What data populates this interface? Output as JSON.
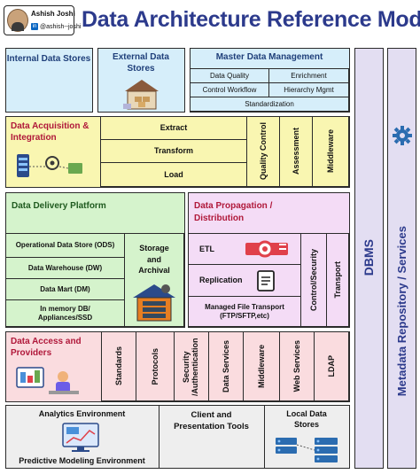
{
  "header": {
    "author_name": "Ashish Joshi",
    "author_handle": "@ashish--joshi",
    "title": "Data Architecture Reference Model"
  },
  "stores_row": {
    "internal": "Internal Data Stores",
    "external": "External Data Stores",
    "mdm": {
      "title": "Master Data Management",
      "quality": "Data Quality",
      "enrichment": "Enrichment",
      "workflow": "Control Workflow",
      "hierarchy": "Hierarchy Mgmt",
      "standardization": "Standardization"
    }
  },
  "acquisition": {
    "title": "Data Acquisition & Integration",
    "extract": "Extract",
    "transform": "Transform",
    "load": "Load",
    "quality_control": "Quality Control",
    "assessment": "Assessment",
    "middleware": "Middleware"
  },
  "delivery": {
    "title": "Data Delivery Platform",
    "ods": "Operational Data Store (ODS)",
    "dw": "Data Warehouse (DW)",
    "dm": "Data Mart (DM)",
    "inmemory": "In memory DB/ Appliances/SSD",
    "storage": "Storage and Archival"
  },
  "propagation": {
    "title": "Data Propagation / Distribution",
    "etl": "ETL",
    "replication": "Replication",
    "mft": "Managed File Transport (FTP/SFTP,etc)",
    "control_security": "Control/Security",
    "transport": "Transport"
  },
  "access": {
    "title": "Data Access and Providers",
    "columns": [
      "Standards",
      "Protocols",
      "Security /Authentication",
      "Data Services",
      "Middleware",
      "Web Services",
      "LDAP"
    ]
  },
  "bottom": {
    "analytics": "Analytics Environment",
    "predictive": "Predictive Modeling Environment",
    "client": "Client and Presentation Tools",
    "local": "Local Data Stores"
  },
  "side": {
    "dbms": "DBMS",
    "metadata": "Metadata Repository / Services"
  },
  "colors": {
    "title": "#2c3a8c",
    "blue": "#d6eefa",
    "yellow": "#f9f6b1",
    "green": "#d5f3cc",
    "purple": "#f4dcf6",
    "red": "#fadcdf",
    "gray": "#eeeeee",
    "lavender": "#e3def2",
    "accent_blue": "#2b6cb0",
    "accent_red": "#e0404a"
  }
}
